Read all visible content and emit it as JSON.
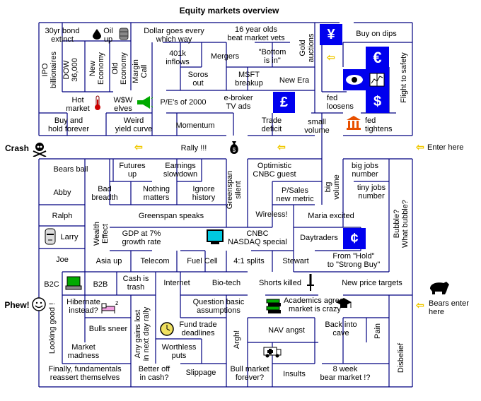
{
  "title": "Equity markets overview",
  "cells": {
    "yr30": "30yr bond\nextinct",
    "oil": "Oil\nup",
    "dollar": "Dollar goes every\nwhich way",
    "olds16": "16 year olds\nbeat market vets",
    "gold": "Gold\nauctions",
    "buydips": "Buy on dips",
    "ipo": "IPO\nbillionaires",
    "dow": "DOW\n36,000",
    "neweco": "New\nEconomy",
    "oldeco": "Old\nEconomy",
    "margin": "Margin\nCall",
    "k401": "401k\ninflows",
    "mergers": "Mergers",
    "bottom": "\"Bottom\nis in\"",
    "soros": "Soros\nout",
    "msft": "MSFT\nbreakup",
    "newera": "New Era",
    "flight": "Flight to safety",
    "hotmarket": "Hot\nmarket",
    "wsw": "W$W\nelves",
    "pe": "P/E's of 2000",
    "ebroker": "e-broker\nTV ads",
    "fedloosens": "fed\nloosens",
    "buyhold": "Buy and\nhold forever",
    "weird": "Weird\nyield curve",
    "momentum": "Momentum",
    "trade": "Trade\ndeficit",
    "smallvol": "small\nvolume",
    "fedtightens": "fed\ntightens",
    "crash": "Crash",
    "rally": "Rally !!!",
    "enter": "Enter here",
    "bearsbail": "Bears bail",
    "futures": "Futures\nup",
    "earnings": "Earnings\nslowdown",
    "greenspansilent": "Greenspan\nsilent",
    "optimistic": "Optimistic\nCNBC guest",
    "bigvolume": "big\nvolume",
    "bigjobs": "big jobs\nnumber",
    "abby": "Abby",
    "badbreadth": "Bad\nbreadth",
    "nothing": "Nothing\nmatters",
    "ignore": "Ignore\nhistory",
    "psales": "P/Sales\nnew metric",
    "tinyjobs": "tiny jobs\nnumber",
    "bubble": "Bubble?\nWhat bubble?",
    "ralph": "Ralph",
    "wealth": "Wealth\nEffect",
    "gspeaks": "Greenspan speaks",
    "wireless": "Wireless!",
    "maria": "Maria excited",
    "larry": "Larry",
    "gdp": "GDP at 7%\ngrowth rate",
    "cnbc": "CNBC\nNASDAQ special",
    "daytraders": "Daytraders",
    "joe": "Joe",
    "asiaup": "Asia up",
    "telecom": "Telecom",
    "fuelcell": "Fuel Cell",
    "splits": "4:1 splits",
    "stewart": "Stewart",
    "hold": "From \"Hold\"\nto \"Strong Buy\"",
    "b2c": "B2C",
    "b2b": "B2B",
    "cashtrash": "Cash is\ntrash",
    "internet": "Internet",
    "biotech": "Bio-tech",
    "shorts": "Shorts killed",
    "newprice": "New price targets",
    "bearsenter": "Bears enter\nhere",
    "phew": "Phew!",
    "hibernate": "Hibernate\ninstead?",
    "lookinggood": "Looking good !",
    "anygains": "Any gains lost\nin next day rally",
    "question": "Question basic\nassumptions",
    "academics": "Academics agree,\nmarket is crazy",
    "bullsneer": "Bulls sneer",
    "fundtrade": "Fund trade\ndeadlines",
    "argh": "Argh!",
    "navangst": "NAV angst",
    "backcave": "Back into\ncave",
    "pain": "Pain",
    "madness": "Market\nmadness",
    "worthless": "Worthless\nputs",
    "disbelief": "Disbelief",
    "fundamentals": "Finally, fundamentals\nreassert themselves",
    "betteroff": "Better off\nin cash?",
    "slippage": "Slippage",
    "bullforever": "Bull market\nforever?",
    "insults": "Insults",
    "bear8": "8 week\nbear market !?"
  },
  "symbols": {
    "yen": "¥",
    "euro": "€",
    "pound": "£",
    "dollar": "$",
    "cent": "¢"
  },
  "colors": {
    "wall": "#000080",
    "box": "#0000ee",
    "arrow": "#f0c800"
  }
}
